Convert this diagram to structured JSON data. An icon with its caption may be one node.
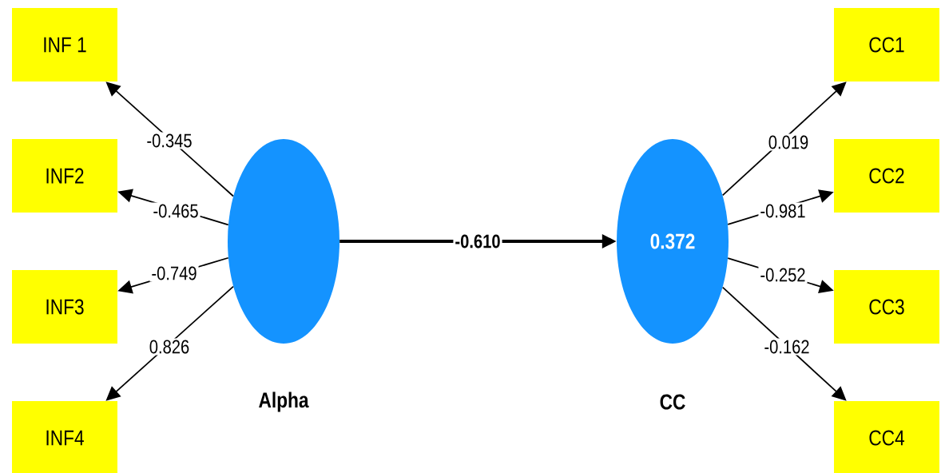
{
  "diagram": {
    "nodes": [
      {
        "text": [
          "INF 1"
        ]
      },
      {
        "text": [
          "INF2"
        ]
      },
      {
        "text": [
          "INF3"
        ]
      },
      {
        "text": [
          "INF4"
        ]
      },
      {
        "text": [
          "Alpha"
        ]
      },
      {
        "text": [
          "0.372",
          "CC"
        ]
      },
      {
        "text": [
          "CC1"
        ]
      },
      {
        "text": [
          "CC2"
        ]
      },
      {
        "text": [
          "CC3"
        ]
      },
      {
        "text": [
          "CC4"
        ]
      }
    ],
    "edges": [
      {
        "from": 4,
        "to": 0,
        "arrow": "to",
        "label": "-0.345"
      },
      {
        "from": 4,
        "to": 1,
        "arrow": "to",
        "label": "-0.465"
      },
      {
        "from": 4,
        "to": 2,
        "arrow": "to",
        "label": "-0.749"
      },
      {
        "from": 4,
        "to": 3,
        "arrow": "to",
        "label": "0.826"
      },
      {
        "from": 4,
        "to": 5,
        "arrow": "to",
        "label": "-0.610",
        "style": "thick"
      },
      {
        "from": 5,
        "to": 6,
        "arrow": "to",
        "label": "0.019"
      },
      {
        "from": 5,
        "to": 7,
        "arrow": "to",
        "label": "-0.981"
      },
      {
        "from": 5,
        "to": 8,
        "arrow": "to",
        "label": "-0.252"
      },
      {
        "from": 5,
        "to": 9,
        "arrow": "to",
        "label": "-0.162"
      }
    ]
  }
}
